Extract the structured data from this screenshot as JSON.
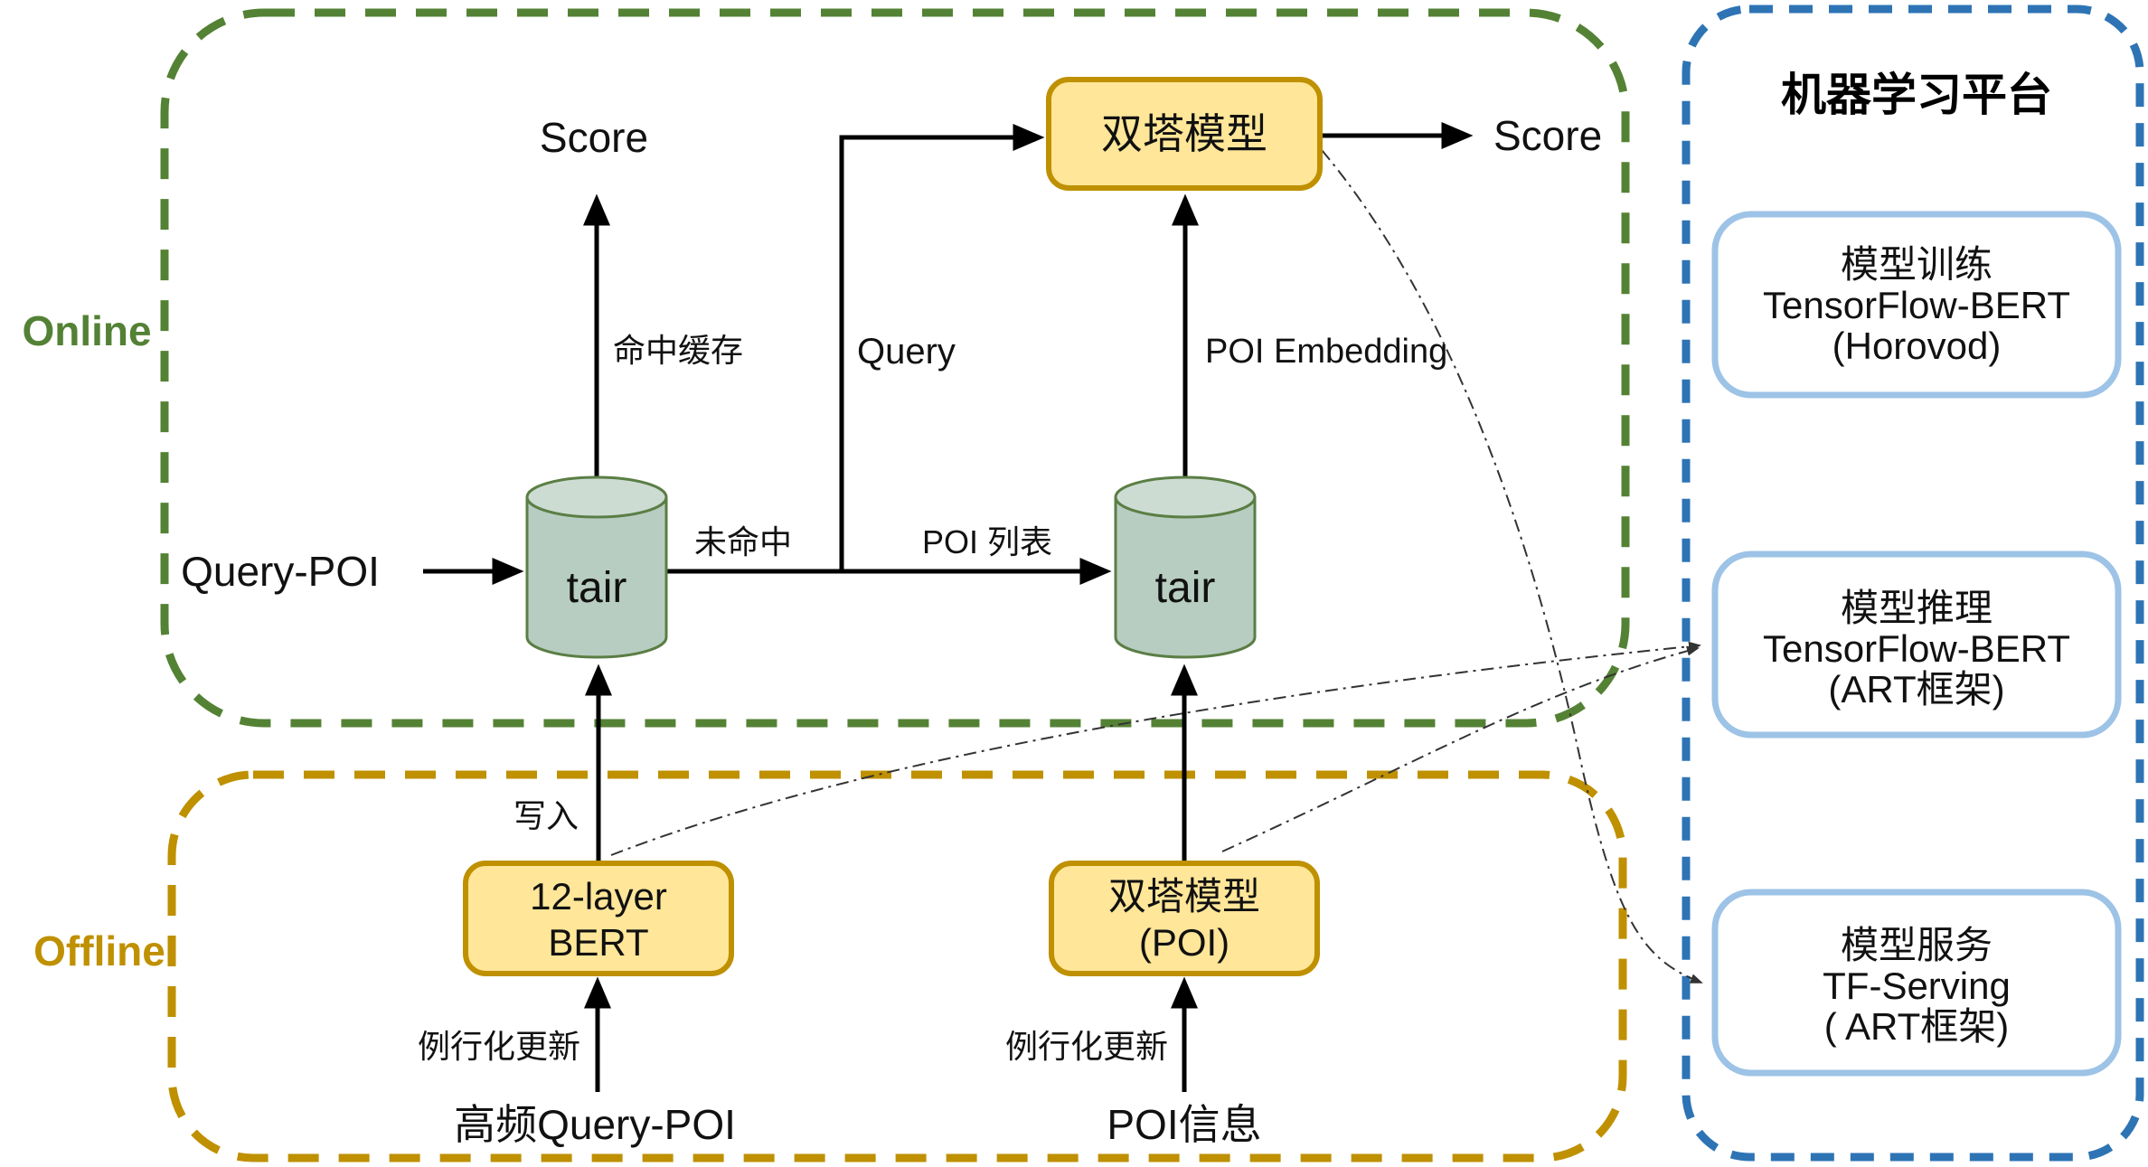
{
  "regions": {
    "online": {
      "label": "Online"
    },
    "offline": {
      "label": "Offline"
    },
    "platform": {
      "title": "机器学习平台",
      "boxes": [
        {
          "line1": "模型训练",
          "line2": "TensorFlow-BERT",
          "line3": "(Horovod)"
        },
        {
          "line1": "模型推理",
          "line2": "TensorFlow-BERT",
          "line3": "(ART框架)"
        },
        {
          "line1": "模型服务",
          "line2": "TF-Serving",
          "line3": "( ART框架)"
        }
      ]
    }
  },
  "nodes": {
    "two_tower_online": {
      "label": "双塔模型"
    },
    "tair_left": {
      "label": "tair"
    },
    "tair_right": {
      "label": "tair"
    },
    "bert_offline": {
      "line1": "12-layer",
      "line2": "BERT"
    },
    "two_tower_poi": {
      "line1": "双塔模型",
      "line2": "(POI)"
    }
  },
  "labels": {
    "score_left": "Score",
    "score_right": "Score",
    "query_poi_input": "Query-POI",
    "hit_cache": "命中缓存",
    "miss": "未命中",
    "poi_list": "POI 列表",
    "query": "Query",
    "poi_embedding": "POI Embedding",
    "write": "写入",
    "routine_update_left": "例行化更新",
    "routine_update_right": "例行化更新",
    "high_freq_query_poi": "高频Query-POI",
    "poi_info": "POI信息"
  },
  "colors": {
    "online_border": "#548235",
    "offline_border": "#BF9000",
    "platform_border": "#2E74B5",
    "platform_box_border": "#9DC3E6",
    "model_node_fill": "#FFE699",
    "model_node_border": "#BF9000",
    "cylinder_fill": "#B8CDC1",
    "cylinder_top_fill": "#CDDCD3",
    "cylinder_border": "#5A7E44",
    "arrow": "#000000",
    "connector": "#333333"
  }
}
